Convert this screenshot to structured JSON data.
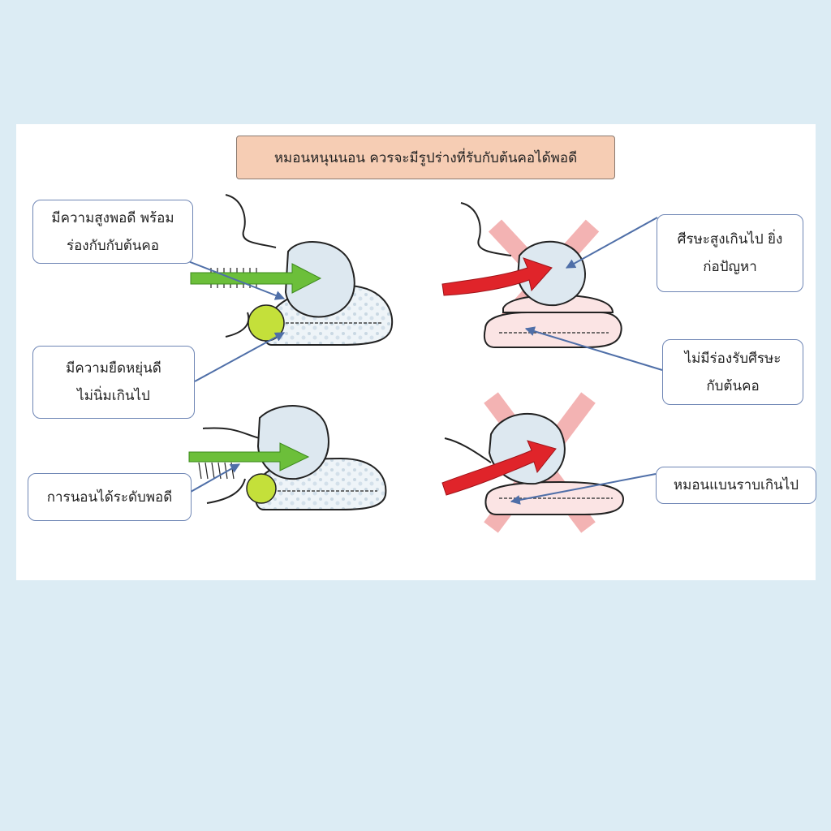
{
  "title": "หมอนหนุนนอน ควรจะมีรูปร่างที่รับกับต้นคอได้พอดี",
  "callouts": {
    "good_height": "มีความสูงพอดี พร้อม\nร่องกับกับต้นคอ",
    "good_elastic": "มีความยืดหยุ่นดี\nไม่นิ่มเกินไป",
    "good_level": "การนอนได้ระดับพอดี",
    "bad_high": "ศีรษะสูงเกินไป ยิ่ง\nก่อปัญหา",
    "bad_no_groove": "ไม่มีร่องรับศีรษะ\nกับต้นคอ",
    "bad_flat": "หมอนแบนราบเกินไป"
  },
  "colors": {
    "background": "#dcecf4",
    "title_fill": "#f6cdb4",
    "good_arrow": "#6cbf3a",
    "bad_arrow": "#e0242a",
    "cross": "#f2a6a6",
    "leader": "#4f6fa8"
  }
}
